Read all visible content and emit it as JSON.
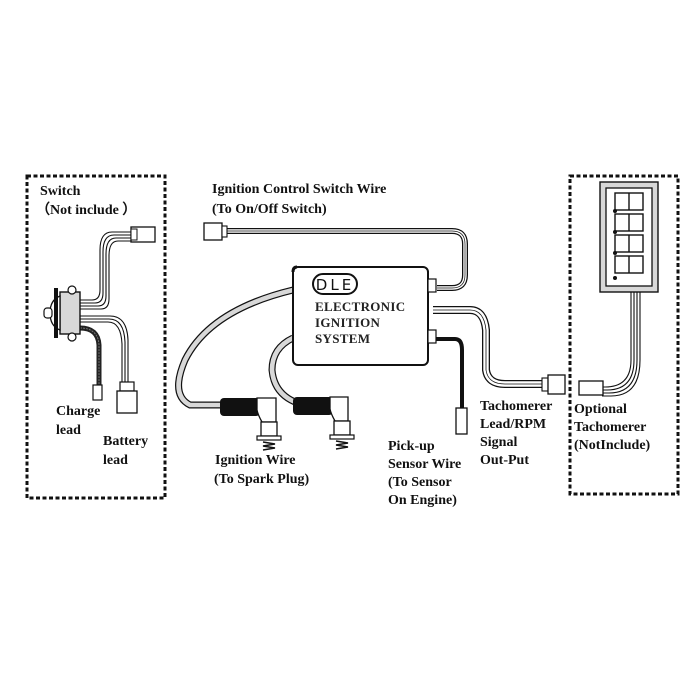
{
  "diagram": {
    "title": "DLE Electronic Ignition System wiring diagram",
    "module": {
      "brand": "DLE",
      "lines": [
        "ELECTRONIC",
        "IGNITION",
        "SYSTEM"
      ]
    },
    "labels": {
      "switch_title": "Switch",
      "switch_note": "（Not include ）",
      "charge_lead": [
        "Charge",
        "lead"
      ],
      "battery_lead": [
        "Battery",
        "lead"
      ],
      "ignition_control": [
        "Ignition Control Switch Wire",
        "(To On/Off Switch)"
      ],
      "ignition_wire": [
        "Ignition Wire",
        "(To Spark Plug)"
      ],
      "pickup_sensor": [
        "Pick-up",
        "Sensor Wire",
        "(To Sensor",
        "On Engine)"
      ],
      "tacho_lead": [
        "Tachomerer",
        "Lead/RPM",
        "Signal",
        "Out-Put"
      ],
      "optional_tacho": [
        "Optional",
        "Tachomerer",
        "(NotInclude)"
      ]
    },
    "groups": [
      {
        "name": "switch-group",
        "note": "Not included"
      },
      {
        "name": "optional-tachometer-group",
        "note": "Not included"
      }
    ]
  }
}
